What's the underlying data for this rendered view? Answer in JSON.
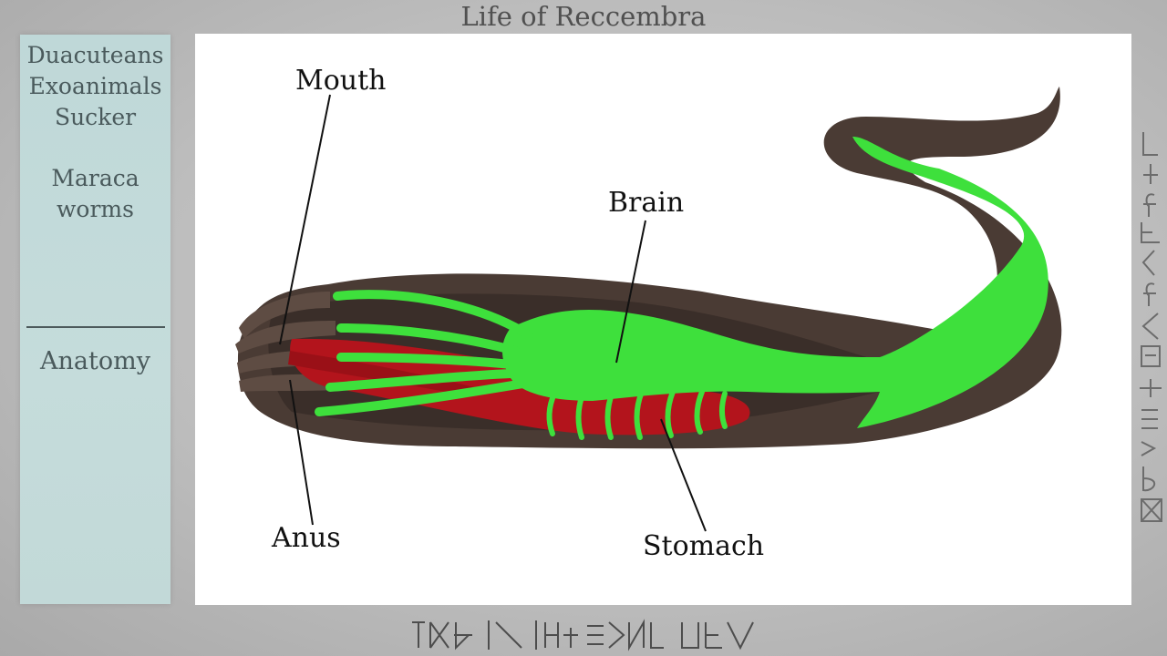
{
  "header": {
    "title": "Life of Reccembra"
  },
  "sidebar": {
    "lines": [
      "Duacuteans",
      "Exoanimals",
      "Sucker",
      "",
      "Maraca",
      "worms"
    ],
    "section": "Anatomy"
  },
  "diagram": {
    "labels": {
      "mouth": "Mouth",
      "brain": "Brain",
      "anus": "Anus",
      "stomach": "Stomach"
    },
    "colors": {
      "body": "#4a3b34",
      "body_inner": "#3a2e29",
      "nerve": "#3ee03c",
      "gut": "#b3141c"
    }
  },
  "decorations": {
    "right_text_icon": "constructed-script-vertical-icon",
    "footer_text_icon": "constructed-script-footer-icon"
  }
}
